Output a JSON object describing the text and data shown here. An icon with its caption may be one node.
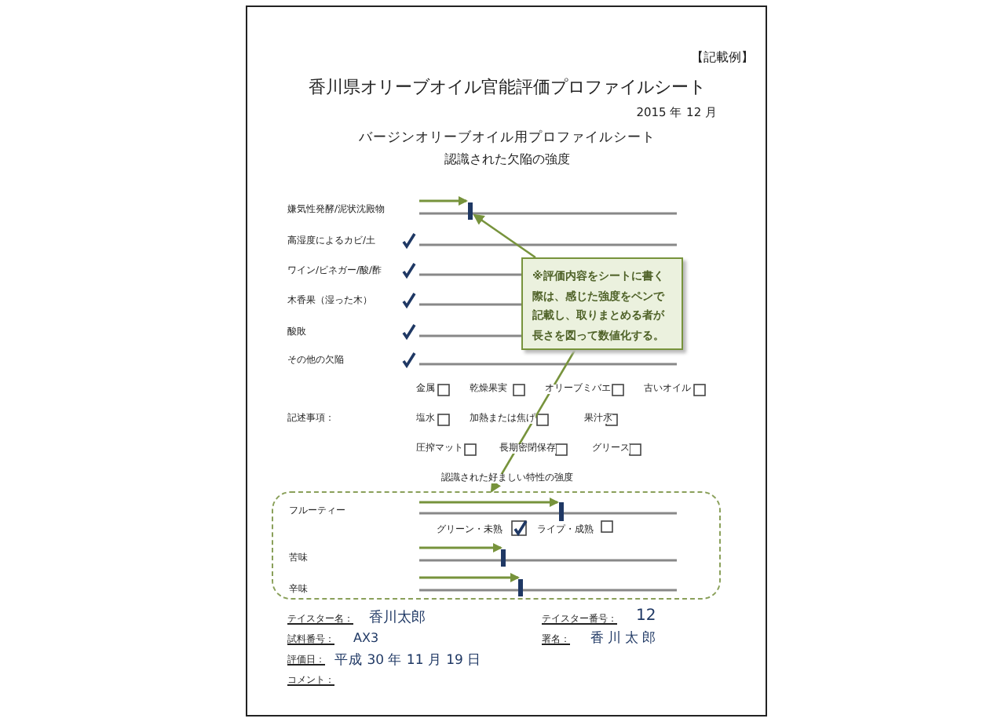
{
  "diagram": {
    "title": "香川県オリーブオイル官能評価プロファイルシート",
    "nodes": [
      {
        "text": [
          "※評価内容をシートに書く際は、感じた強度をペンで記載し、取りまとめる者が長さを図って数値化する。"
        ]
      },
      {
        "text": [],
        "shape": "bar"
      },
      {
        "text": [
          "フルーティー",
          "グリーン・未熟",
          "ライプ・成熟",
          "苦味",
          "辛味"
        ]
      }
    ],
    "edges": [
      {
        "from": 0,
        "to": 1,
        "arrow": "to"
      },
      {
        "from": 0,
        "to": 2,
        "arrow": "to"
      }
    ],
    "labels": [
      "【記載例】",
      "2015 年 12 月",
      "バージンオリーブオイル用プロファイルシート",
      "認識された欠陥の強度",
      "嫌気性発酵/泥状沈殿物",
      "高湿度によるカビ/土",
      "ワイン/ビネガー/酸/酢",
      "木香果（湿った木）",
      "酸敗",
      "その他の欠陥",
      "金属",
      "乾燥果実",
      "オリーブミバエ",
      "古いオイル",
      "記述事項：",
      "塩水",
      "加熱または焦げ",
      "果汁水",
      "圧搾マット",
      "長期密閉保存",
      "グリース",
      "認識された好ましい特性の強度",
      "テイスター名：",
      "香川太郎",
      "テイスター番号：",
      "12",
      "試料番号：",
      "AX3",
      "署名：",
      "香川太郎",
      "評価日：",
      "平成 30 年 11 月 19 日",
      "コメント："
    ]
  }
}
